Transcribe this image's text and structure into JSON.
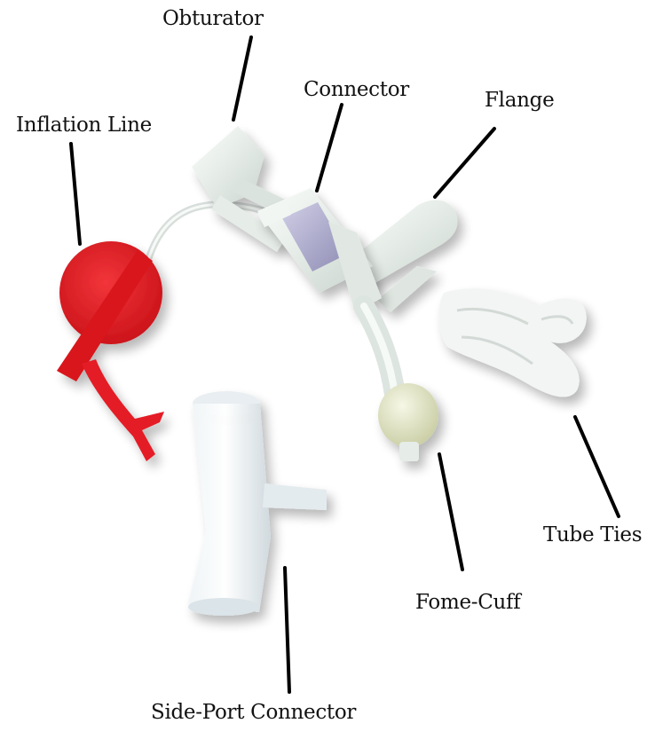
{
  "labels": {
    "obturator": "Obturator",
    "connector": "Connector",
    "flange": "Flange",
    "inflation_line": "Inflation Line",
    "tube_ties": "Tube Ties",
    "fome_cuff": "Fome-Cuff",
    "side_port_connector": "Side-Port Connector"
  },
  "colors": {
    "inflation_valve": "#e41e26",
    "connector_band": "#b9b6d6",
    "fome_cuff": "#e3e6c4",
    "tube": "#e9efea",
    "ties": "#f3f5f4",
    "leader_line": "#000000"
  }
}
